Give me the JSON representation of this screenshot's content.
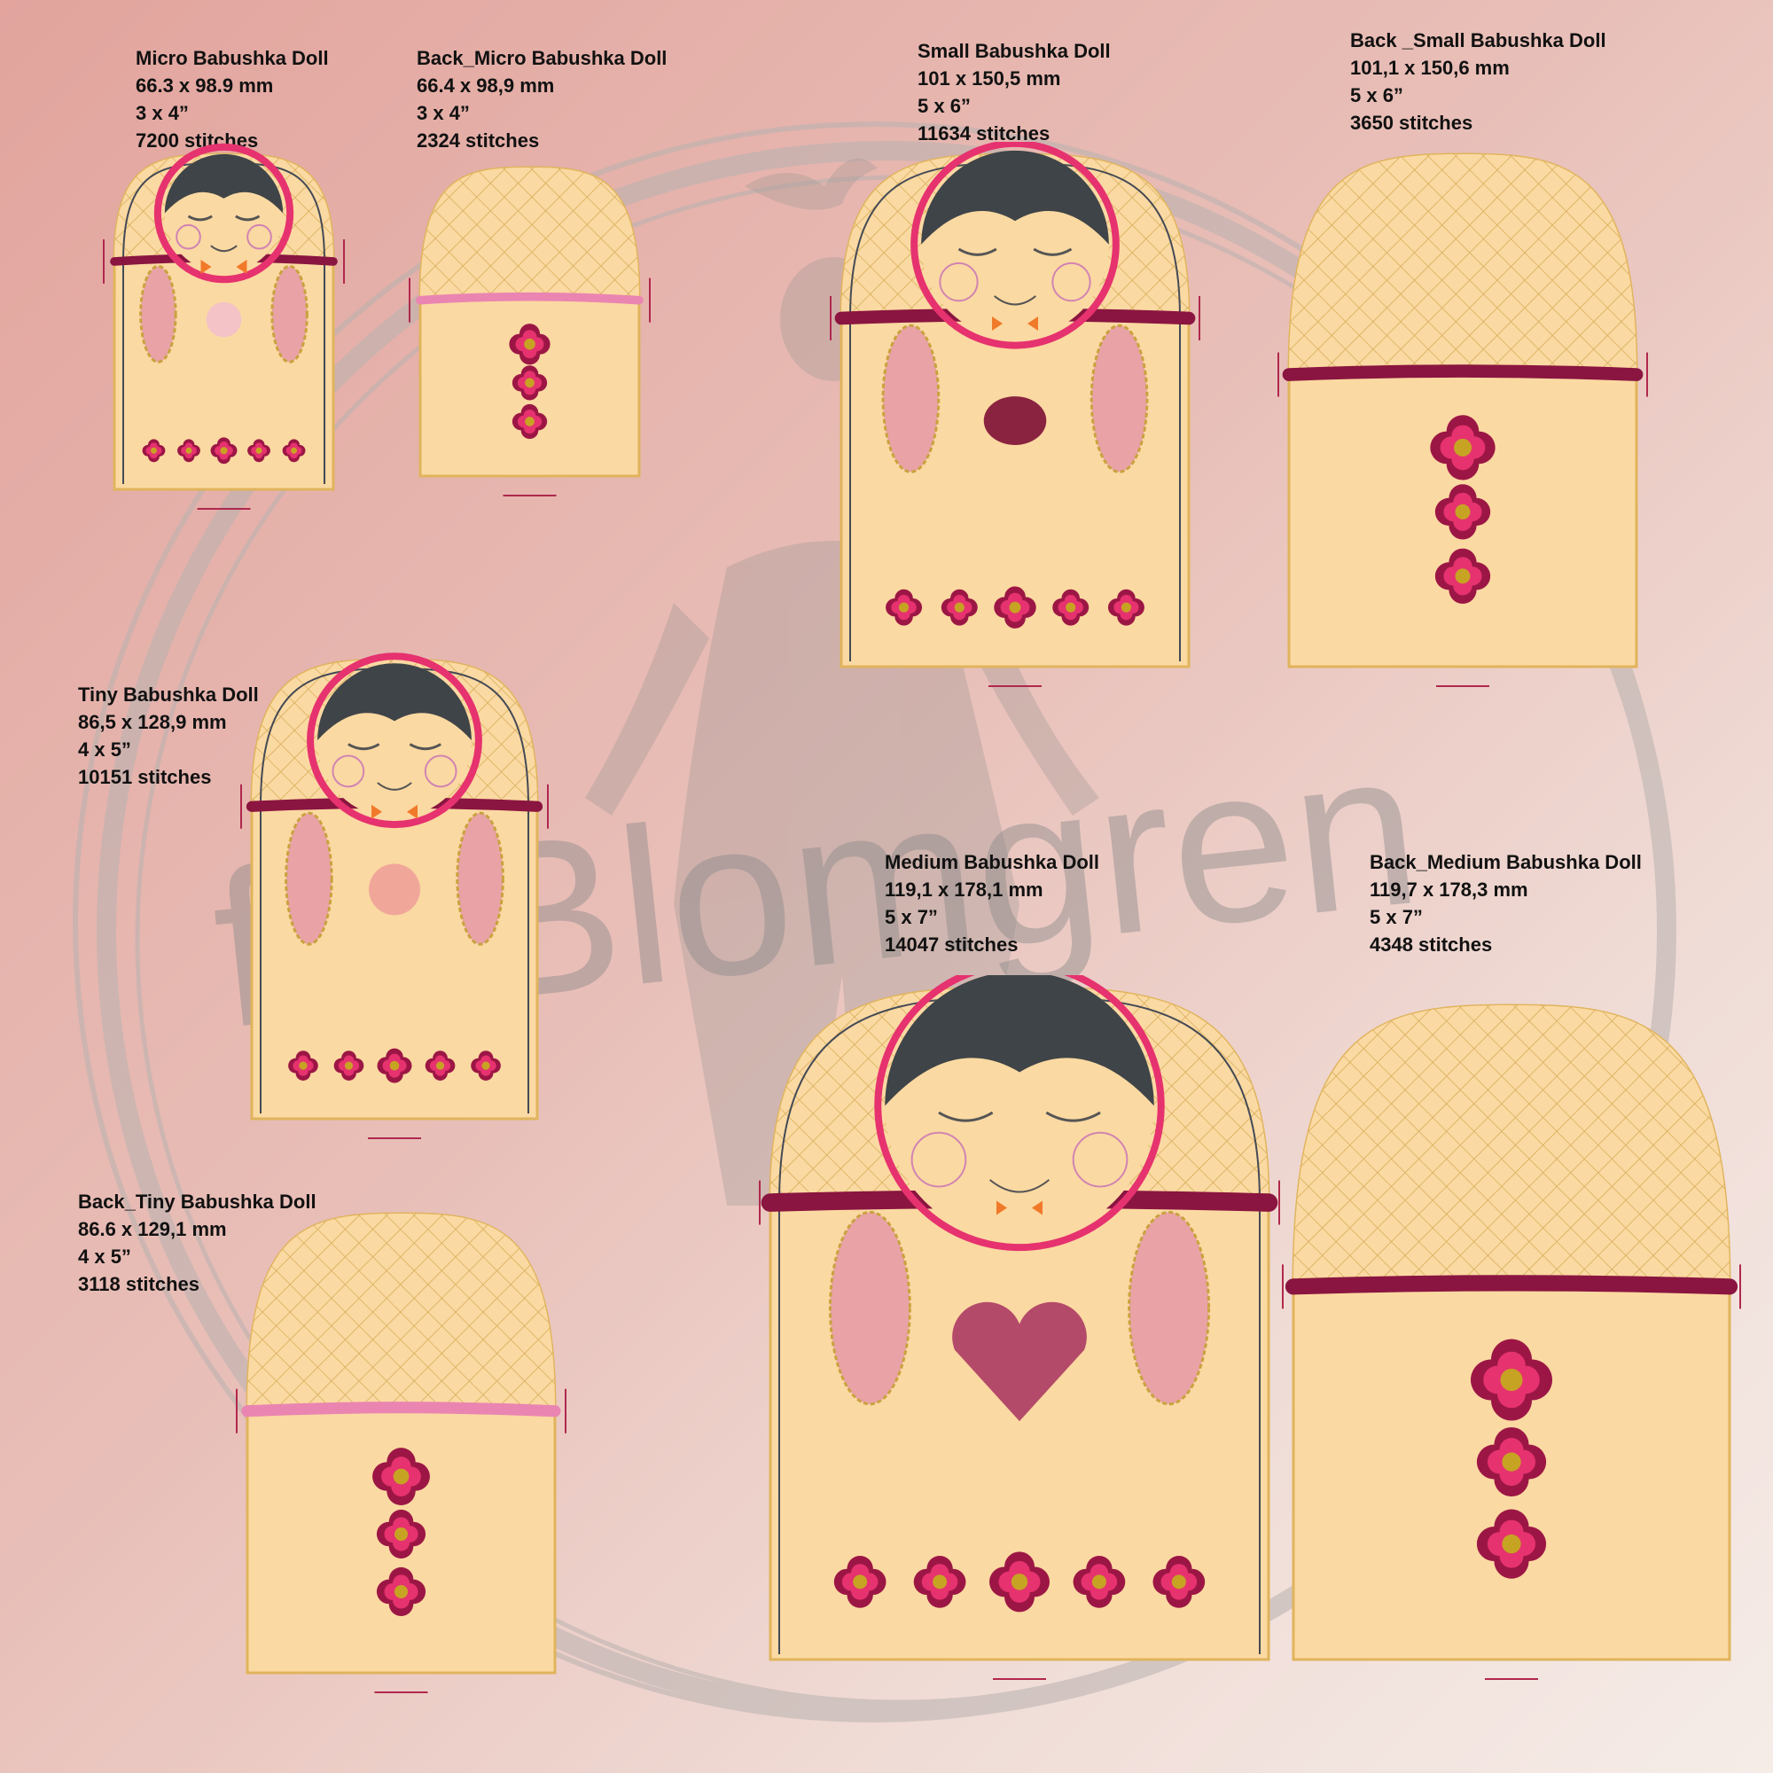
{
  "colors": {
    "body": "#fbd9a2",
    "quilt": "#d6ad58",
    "outline": "#444a55",
    "band": "#8a1540",
    "band_light": "#ea85b1",
    "flower_outer": "#9c1645",
    "flower_inner": "#e6326f",
    "flower_center": "#c7a323",
    "orange": "#f07a2a",
    "hair": "#3f4448"
  },
  "designs": [
    {
      "name": "Micro Babushka Doll",
      "size": "66.3 x 98.9 mm",
      "hoop": "3 x 4”",
      "stitches": "7200 stitches",
      "side": "front"
    },
    {
      "name": "Back_Micro Babushka Doll",
      "size": "66.4 x 98,9 mm",
      "hoop": "3 x 4”",
      "stitches": "2324 stitches",
      "side": "back"
    },
    {
      "name": "Small Babushka Doll",
      "size": "101 x 150,5 mm",
      "hoop": "5 x 6”",
      "stitches": "11634 stitches",
      "side": "front"
    },
    {
      "name": "Back _Small Babushka Doll",
      "size": "101,1 x 150,6 mm",
      "hoop": "5 x 6”",
      "stitches": "3650 stitches",
      "side": "back"
    },
    {
      "name": "Tiny Babushka Doll",
      "size": "86,5 x 128,9 mm",
      "hoop": "4 x 5”",
      "stitches": "10151 stitches",
      "side": "front"
    },
    {
      "name": "Medium Babushka Doll",
      "size": "119,1 x 178,1 mm",
      "hoop": "5 x 7”",
      "stitches": "14047 stitches",
      "side": "front"
    },
    {
      "name": "Back_Medium Babushka Doll",
      "size": "119,7 x 178,3 mm",
      "hoop": "5 x 7”",
      "stitches": "4348 stitches",
      "side": "back"
    },
    {
      "name": "Back_Tiny Babushka Doll",
      "size": "86.6 x 129,1 mm",
      "hoop": "4 x 5”",
      "stitches": "3118 stitches",
      "side": "back"
    }
  ],
  "watermark": {
    "text": "fraBlomgren"
  }
}
